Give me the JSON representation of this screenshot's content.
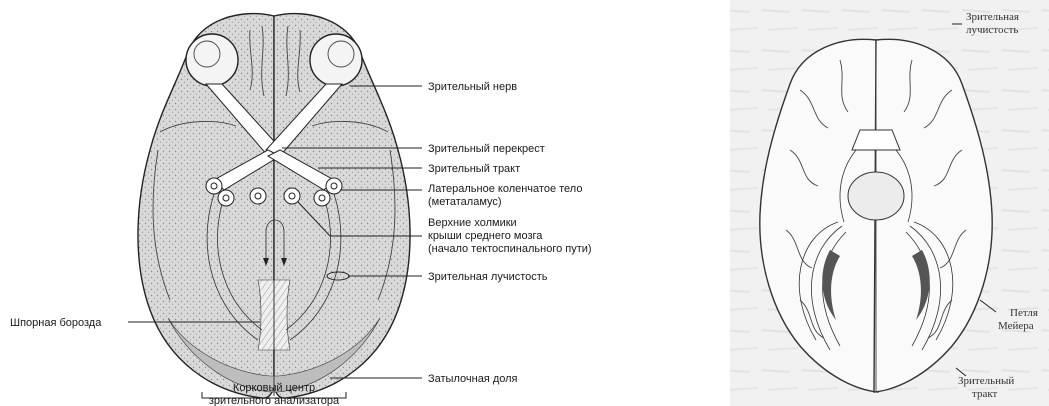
{
  "left_diagram": {
    "labels": {
      "optic_nerve": "Зрительный нерв",
      "optic_chiasm": "Зрительный перекрест",
      "optic_tract": "Зрительный тракт",
      "lgn_line1": "Латеральное коленчатое тело",
      "lgn_line2": "(метаталамус)",
      "colliculi_line1": "Верхние холмики",
      "colliculi_line2": "крыши среднего мозга",
      "colliculi_line3": "(начало тектоспинального пути)",
      "optic_radiation": "Зрительная лучистость",
      "calcarine_sulcus": "Шпорная борозда",
      "occipital_lobe": "Затылочная доля",
      "cortical_center_line1": "Корковый центр",
      "cortical_center_line2": "зрительного анализатора"
    }
  },
  "right_diagram": {
    "labels": {
      "optic_radiation_line1": "Зрительная",
      "optic_radiation_line2": "лучистость",
      "meyer_loop_line1": "Петля",
      "meyer_loop_line2": "Мейера",
      "optic_tract_line1": "Зрительный",
      "optic_tract_line2": "тракт"
    }
  }
}
